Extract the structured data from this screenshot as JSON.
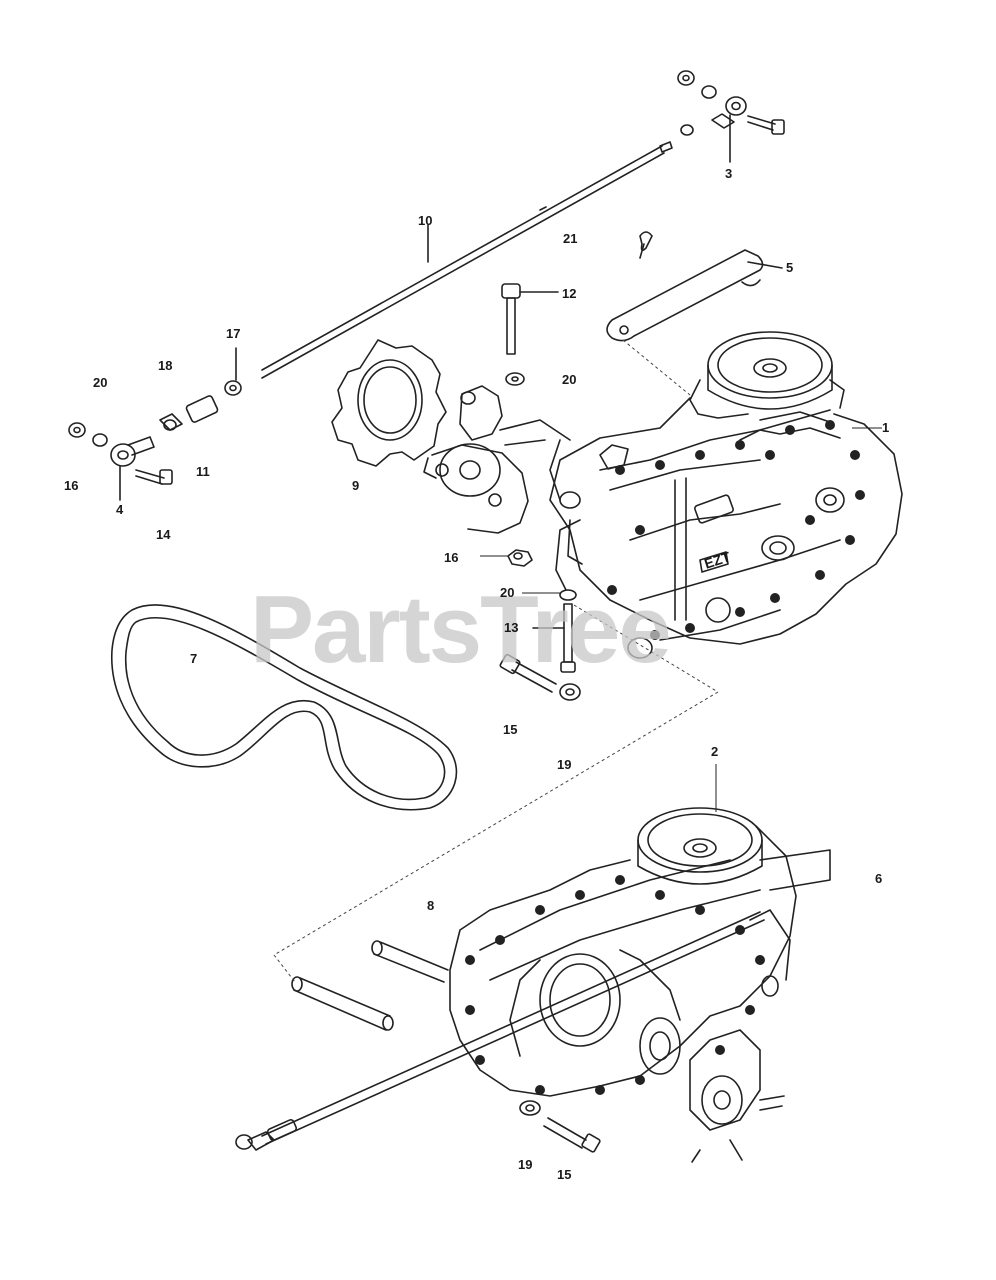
{
  "watermark": "PartsTree",
  "transaxle_badge": "EZT",
  "callouts": [
    {
      "id": "c3",
      "text": "3"
    },
    {
      "id": "c10",
      "text": "10"
    },
    {
      "id": "c21",
      "text": "21"
    },
    {
      "id": "c5",
      "text": "5"
    },
    {
      "id": "c12",
      "text": "12"
    },
    {
      "id": "c17",
      "text": "17"
    },
    {
      "id": "c18",
      "text": "18"
    },
    {
      "id": "c20a",
      "text": "20"
    },
    {
      "id": "c20b",
      "text": "20"
    },
    {
      "id": "c1",
      "text": "1"
    },
    {
      "id": "c16a",
      "text": "16"
    },
    {
      "id": "c4",
      "text": "4"
    },
    {
      "id": "c11",
      "text": "11"
    },
    {
      "id": "c9",
      "text": "9"
    },
    {
      "id": "c14",
      "text": "14"
    },
    {
      "id": "c16b",
      "text": "16"
    },
    {
      "id": "c20c",
      "text": "20"
    },
    {
      "id": "c13",
      "text": "13"
    },
    {
      "id": "c7",
      "text": "7"
    },
    {
      "id": "c15a",
      "text": "15"
    },
    {
      "id": "c19a",
      "text": "19"
    },
    {
      "id": "c2",
      "text": "2"
    },
    {
      "id": "c6",
      "text": "6"
    },
    {
      "id": "c8",
      "text": "8"
    },
    {
      "id": "c19b",
      "text": "19"
    },
    {
      "id": "c15b",
      "text": "15"
    }
  ]
}
